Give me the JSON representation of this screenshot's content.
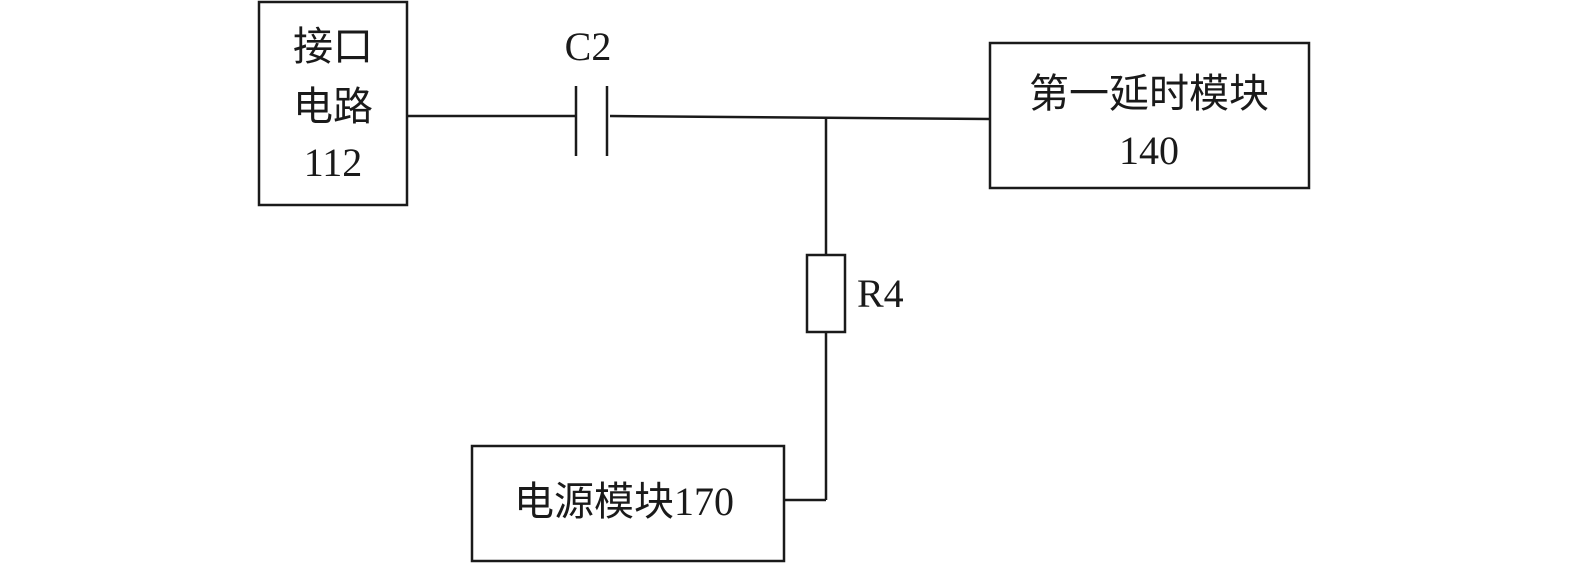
{
  "blocks": {
    "interface": {
      "line1": "接口",
      "line2": "电路",
      "line3": "112"
    },
    "delay": {
      "line1": "第一延时模块",
      "line2": "140"
    },
    "power": {
      "label": "电源模块170"
    }
  },
  "components": {
    "capacitor": {
      "label": "C2"
    },
    "resistor": {
      "label": "R4"
    }
  }
}
